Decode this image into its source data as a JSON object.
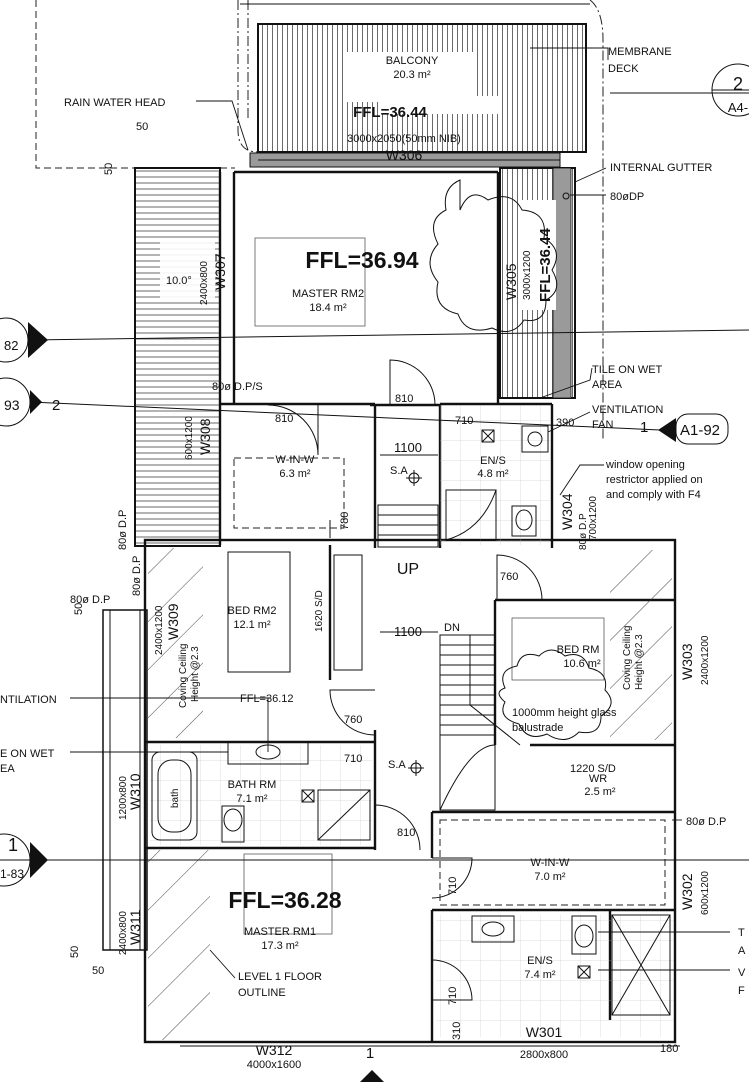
{
  "plan": {
    "rooms": {
      "balcony": {
        "name": "BALCONY",
        "area": "20.3 m²"
      },
      "master2": {
        "name": "MASTER RM2",
        "area": "18.4 m²"
      },
      "wiw_upper": {
        "name": "W-IN-W",
        "area": "6.3 m²"
      },
      "ens_upper": {
        "name": "EN/S",
        "area": "4.8 m²"
      },
      "bed2": {
        "name": "BED RM2",
        "area": "12.1 m²"
      },
      "bed": {
        "name": "BED RM",
        "area": "10.6 m²"
      },
      "bath": {
        "name": "BATH RM",
        "area": "7.1 m²"
      },
      "wr": {
        "name": "WR",
        "area": "2.5 m²"
      },
      "wiw_lower": {
        "name": "W-IN-W",
        "area": "7.0 m²"
      },
      "master1": {
        "name": "MASTER RM1",
        "area": "17.3 m²"
      },
      "ens_lower": {
        "name": "EN/S",
        "area": "7.4 m²"
      }
    },
    "levels": {
      "ffl_3644_balcony": "FFL=36.44",
      "ffl_3644_side": "FFL=36.44",
      "ffl_3694": "FFL=36.94",
      "ffl_3612": "FFL=36.12",
      "ffl_3628": "FFL=36.28"
    },
    "windows": {
      "w301": {
        "tag": "W301",
        "size": "2800x800"
      },
      "w302": {
        "tag": "W302",
        "size": "600x1200"
      },
      "w303": {
        "tag": "W303",
        "size": "2400x1200"
      },
      "w304": {
        "tag": "W304",
        "size": "700x1200"
      },
      "w305": {
        "tag": "W305",
        "size": "3000x1200"
      },
      "w306": {
        "tag": "W306",
        "size": "3000x2050(50mm NIB)"
      },
      "w307": {
        "tag": "W307",
        "size": "2400x800"
      },
      "w308": {
        "tag": "W308",
        "size": "600x1200"
      },
      "w309": {
        "tag": "W309",
        "size": "2400x1200"
      },
      "w310": {
        "tag": "W310",
        "size": "1200x800"
      },
      "w311": {
        "tag": "W311",
        "size": "2400x800"
      },
      "w312": {
        "tag": "W312",
        "size": "4000x1600"
      }
    },
    "dims": {
      "d810_a": "810",
      "d810_b": "810",
      "d810_c": "810",
      "d710_a": "710",
      "d710_b": "710",
      "d710_c": "710",
      "d710_d": "710",
      "d1100_a": "1100",
      "d1100_b": "1100",
      "d780": "780",
      "d760_a": "760",
      "d760_b": "760",
      "d390": "390",
      "d310": "310",
      "d180": "180",
      "d50_a": "50",
      "d50_b": "50",
      "d50_c": "50",
      "d50_d": "50",
      "d50_e": "50"
    },
    "annotations": {
      "membrane": "MEMBRANE",
      "deck": "DECK",
      "internal_gutter": "INTERNAL GUTTER",
      "dp80": "80øDP",
      "rain_water_head": "RAIN WATER HEAD",
      "tile_on_wet": "TILE ON WET",
      "area": "AREA",
      "ventilation": "VENTILATION",
      "fan": "FAN",
      "window_note_1": "window opening",
      "window_note_2": "restrictor applied on",
      "window_note_3": "and comply with F4",
      "dp80_s": "80ø D.P/S",
      "dp80_a": "80ø D.P",
      "dp80_b": "80ø D.P",
      "dp80_c": "80ø D.P",
      "dp80_d": "80ø D.P",
      "sa_a": "S.A",
      "sa_b": "S.A",
      "up": "UP",
      "dn": "DN",
      "slope": "10.0°",
      "sd1620": "1620 S/D",
      "sd1220": "1220 S/D",
      "coving_a1": "Coving Ceiling",
      "coving_a2": "Height @2.3",
      "coving_b1": "Coving Ceiling",
      "coving_b2": "Height @2.3",
      "balustrade_1": "1000mm height glass",
      "balustrade_2": "balustrade",
      "bath": "bath",
      "floor_outline_1": "LEVEL 1 FLOOR",
      "floor_outline_2": "OUTLINE",
      "left_vent": "NTILATION",
      "left_tile1": "E ON WET",
      "left_tile2": "EA",
      "right_t": "T",
      "right_a": "A",
      "right_v": "V",
      "right_f": "F"
    },
    "sections": {
      "top_right_num": "2",
      "top_right_ref": "A4-",
      "left_ref_a": "82",
      "left_ref_b": "93",
      "left_num": "2",
      "right_num": "1",
      "right_ref": "A1-92",
      "left_bottom_num": "1",
      "left_bottom_ref": "1-83",
      "bottom_num": "1"
    }
  }
}
